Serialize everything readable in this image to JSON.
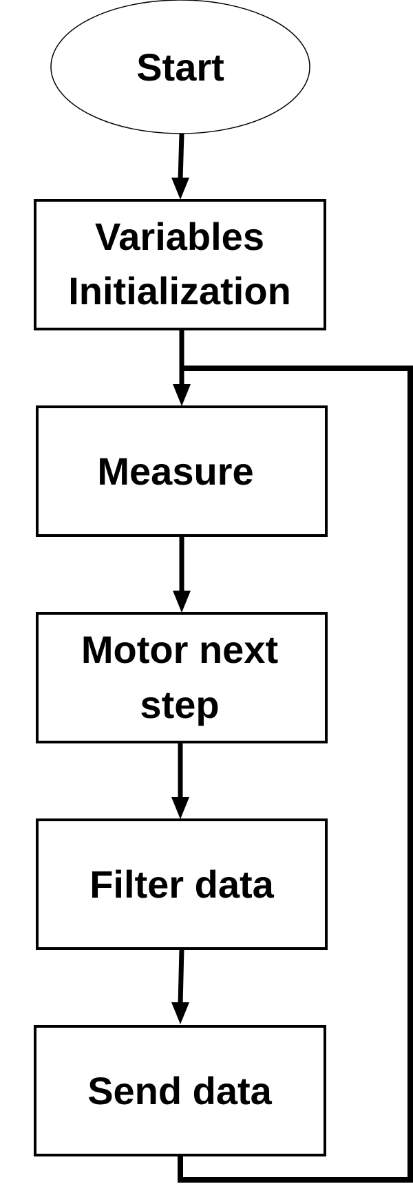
{
  "diagram": {
    "nodes": {
      "start": {
        "label": "Start"
      },
      "init": {
        "line1": "Variables",
        "line2": "Initialization"
      },
      "measure": {
        "label": "Measure"
      },
      "motor": {
        "line1": "Motor next",
        "line2": "step"
      },
      "filter": {
        "label": "Filter data"
      },
      "send": {
        "label": "Send data"
      }
    },
    "edges": [
      {
        "from": "Start",
        "to": "Variables Initialization"
      },
      {
        "from": "Variables Initialization",
        "to": "Measure"
      },
      {
        "from": "Measure",
        "to": "Motor next step"
      },
      {
        "from": "Motor next step",
        "to": "Filter data"
      },
      {
        "from": "Filter data",
        "to": "Send data"
      },
      {
        "from": "Send data",
        "to": "Measure",
        "type": "loop"
      }
    ]
  }
}
